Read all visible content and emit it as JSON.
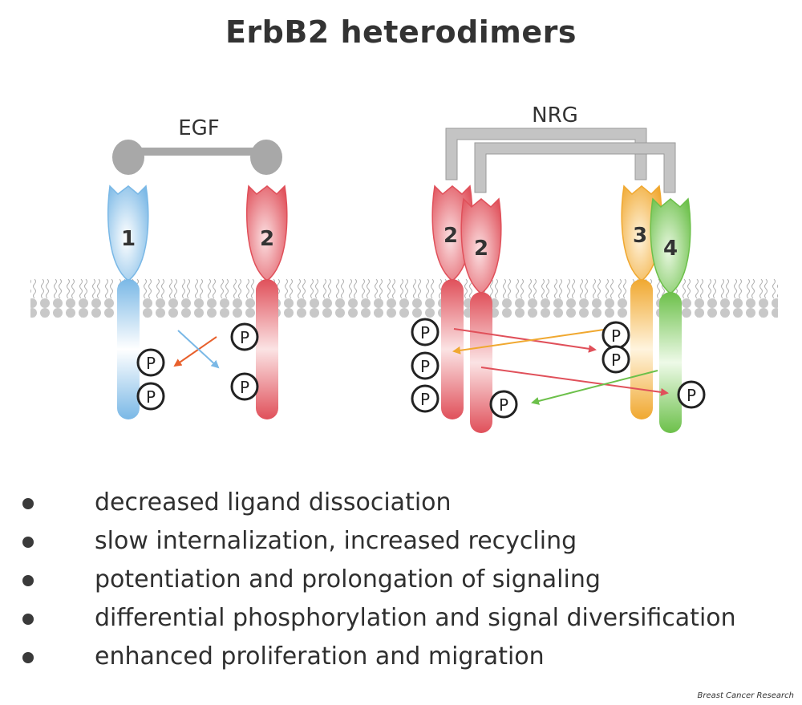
{
  "title": "ErbB2 heterodimers",
  "left_dimer": {
    "ligand": "EGF",
    "receptors": [
      "1",
      "2"
    ],
    "phospho_label": "P"
  },
  "right_dimer": {
    "ligand": "NRG",
    "receptors": [
      "2",
      "2",
      "3",
      "4"
    ],
    "phospho_label": "P"
  },
  "colors": {
    "erbb1": "#7ab8e6",
    "erbb2": "#e0505a",
    "erbb3": "#f0a830",
    "erbb4": "#6cc04a",
    "ligand": "#a8a8a8",
    "membrane": "#c8c8c8",
    "arrow_orange": "#e8602c"
  },
  "bullets": [
    "decreased ligand dissociation",
    "slow internalization, increased recycling",
    "potentiation and prolongation of signaling",
    "differential phosphorylation and signal diversification",
    "enhanced proliferation and migration"
  ],
  "source": "Breast Cancer Research"
}
